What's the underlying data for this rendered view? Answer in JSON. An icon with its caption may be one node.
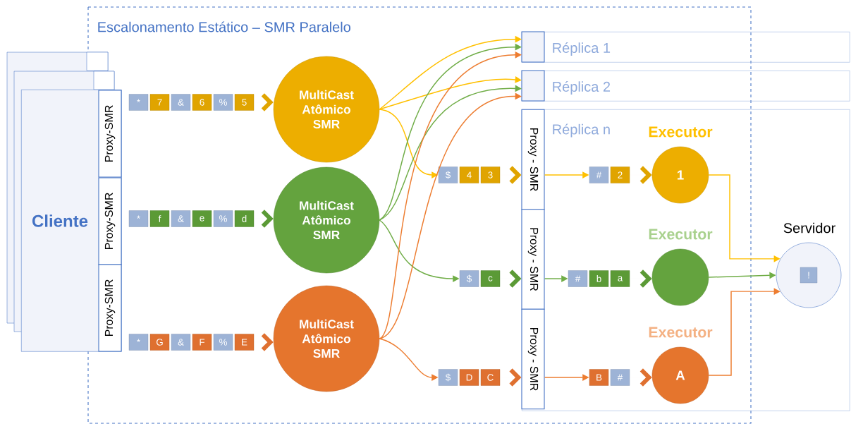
{
  "diagram": {
    "nodes": [
      {
        "text": [
          "Cliente"
        ]
      },
      {
        "text": [
          "Proxy-SMR"
        ],
        "in": 0
      },
      {
        "text": [
          "Proxy-SMR"
        ],
        "in": 0
      },
      {
        "text": [
          "Proxy-SMR"
        ],
        "in": 0
      },
      {
        "text": [
          "*",
          "7",
          "&",
          "6",
          "%",
          "5"
        ]
      },
      {
        "text": [
          "*",
          "f",
          "&",
          "e",
          "%",
          "d"
        ]
      },
      {
        "text": [
          "*",
          "G",
          "&",
          "F",
          "%",
          "E"
        ]
      },
      {
        "text": [
          "MultiCast Atômico SMR"
        ]
      },
      {
        "text": [
          "MultiCast Atômico SMR"
        ]
      },
      {
        "text": [
          "MultiCast Atômico SMR"
        ]
      },
      {
        "text": [
          "Réplica 1"
        ]
      },
      {
        "text": [
          "Réplica 2"
        ]
      },
      {
        "text": [
          "Réplica n"
        ]
      },
      {
        "text": [
          "Proxy - SMR"
        ],
        "in": 12
      },
      {
        "text": [
          "Proxy - SMR"
        ],
        "in": 12
      },
      {
        "text": [
          "Proxy - SMR"
        ],
        "in": 12
      },
      {
        "text": [
          "$",
          "4",
          "3"
        ]
      },
      {
        "text": [
          "$",
          "c"
        ]
      },
      {
        "text": [
          "$",
          "D",
          "C"
        ]
      },
      {
        "text": [
          "#",
          "2"
        ],
        "in": 12
      },
      {
        "text": [
          "#",
          "b",
          "a"
        ],
        "in": 12
      },
      {
        "text": [
          "B",
          "#"
        ],
        "in": 12
      },
      {
        "text": [
          "Executor",
          "1"
        ],
        "in": 12
      },
      {
        "text": [
          "Executor"
        ],
        "in": 12
      },
      {
        "text": [
          "Executor",
          "A"
        ],
        "in": 12
      },
      {
        "text": [
          "Servidor",
          "!"
        ],
        "in": 12
      }
    ],
    "edges": [
      {
        "from": 4,
        "to": 7,
        "arrow": "to",
        "style": "thick",
        "color": "#e0a400"
      },
      {
        "from": 5,
        "to": 8,
        "arrow": "to",
        "style": "thick",
        "color": "#5b9a36"
      },
      {
        "from": 6,
        "to": 9,
        "arrow": "to",
        "style": "thick",
        "color": "#df7030"
      },
      {
        "from": 7,
        "to": 10,
        "arrow": "to",
        "color": "#ffc000"
      },
      {
        "from": 7,
        "to": 11,
        "arrow": "to",
        "color": "#ffc000"
      },
      {
        "from": 7,
        "to": 16,
        "arrow": "to",
        "color": "#ffc000"
      },
      {
        "from": 8,
        "to": 10,
        "arrow": "to",
        "color": "#70ad47"
      },
      {
        "from": 8,
        "to": 11,
        "arrow": "to",
        "color": "#70ad47"
      },
      {
        "from": 8,
        "to": 17,
        "arrow": "to",
        "color": "#70ad47"
      },
      {
        "from": 9,
        "to": 10,
        "arrow": "to",
        "color": "#ed7d31"
      },
      {
        "from": 9,
        "to": 11,
        "arrow": "to",
        "color": "#ed7d31"
      },
      {
        "from": 9,
        "to": 18,
        "arrow": "to",
        "color": "#ed7d31"
      },
      {
        "from": 16,
        "to": 13,
        "arrow": "to",
        "style": "thick",
        "color": "#e0a400"
      },
      {
        "from": 17,
        "to": 14,
        "arrow": "to",
        "style": "thick",
        "color": "#5b9a36"
      },
      {
        "from": 18,
        "to": 15,
        "arrow": "to",
        "style": "thick",
        "color": "#df7030"
      },
      {
        "from": 13,
        "to": 19,
        "arrow": "to",
        "color": "#ffc000"
      },
      {
        "from": 14,
        "to": 20,
        "arrow": "to",
        "color": "#70ad47"
      },
      {
        "from": 15,
        "to": 21,
        "arrow": "to",
        "color": "#ed7d31"
      },
      {
        "from": 19,
        "to": 22,
        "arrow": "to",
        "style": "thick",
        "color": "#e0a400"
      },
      {
        "from": 20,
        "to": 23,
        "arrow": "to",
        "style": "thick",
        "color": "#5b9a36"
      },
      {
        "from": 21,
        "to": 24,
        "arrow": "to",
        "style": "thick",
        "color": "#df7030"
      },
      {
        "from": 22,
        "to": 25,
        "arrow": "to",
        "color": "#ffc000"
      },
      {
        "from": 23,
        "to": 25,
        "arrow": "to",
        "color": "#70ad47"
      },
      {
        "from": 24,
        "to": 25,
        "arrow": "to",
        "color": "#ed7d31"
      }
    ],
    "labels": [
      "Escalonamento Estático – SMR Paralelo"
    ]
  }
}
